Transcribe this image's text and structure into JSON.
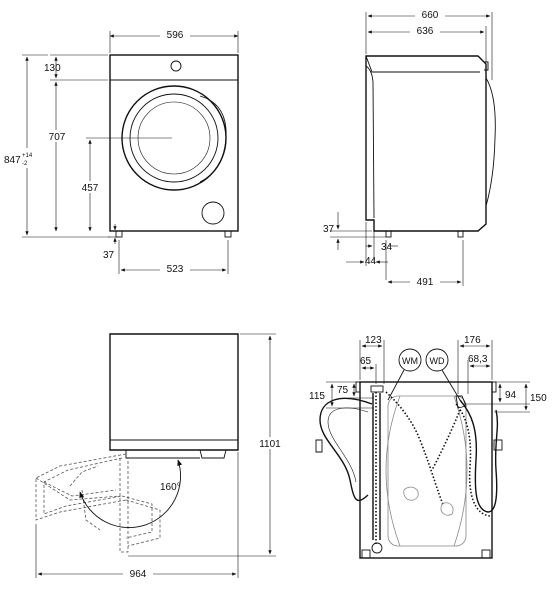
{
  "front_view": {
    "width": "596",
    "depth_offset": "130",
    "door_height": "707",
    "total_height_base": "847",
    "tolerance_plus": "+14",
    "tolerance_minus": "-2",
    "door_center_height": "457",
    "foot_height": "37",
    "foot_span": "523"
  },
  "side_view": {
    "total_depth": "660",
    "body_depth": "636",
    "foot_height": "37",
    "foot_offset": "34",
    "front_offset": "44",
    "foot_depth": "491"
  },
  "door_view": {
    "height_open": "1101",
    "door_angle": "160°",
    "door_open_width": "964"
  },
  "rear_view": {
    "left_hose_offset": "123",
    "left_inlet_offset": "65",
    "right_hose_offset": "176",
    "right_inlet_offset": "68,3",
    "wm_label": "WM",
    "wd_label": "WD",
    "left_height_outer": "115",
    "left_height_inner": "75",
    "right_height_inner": "94",
    "right_height_outer": "150"
  }
}
